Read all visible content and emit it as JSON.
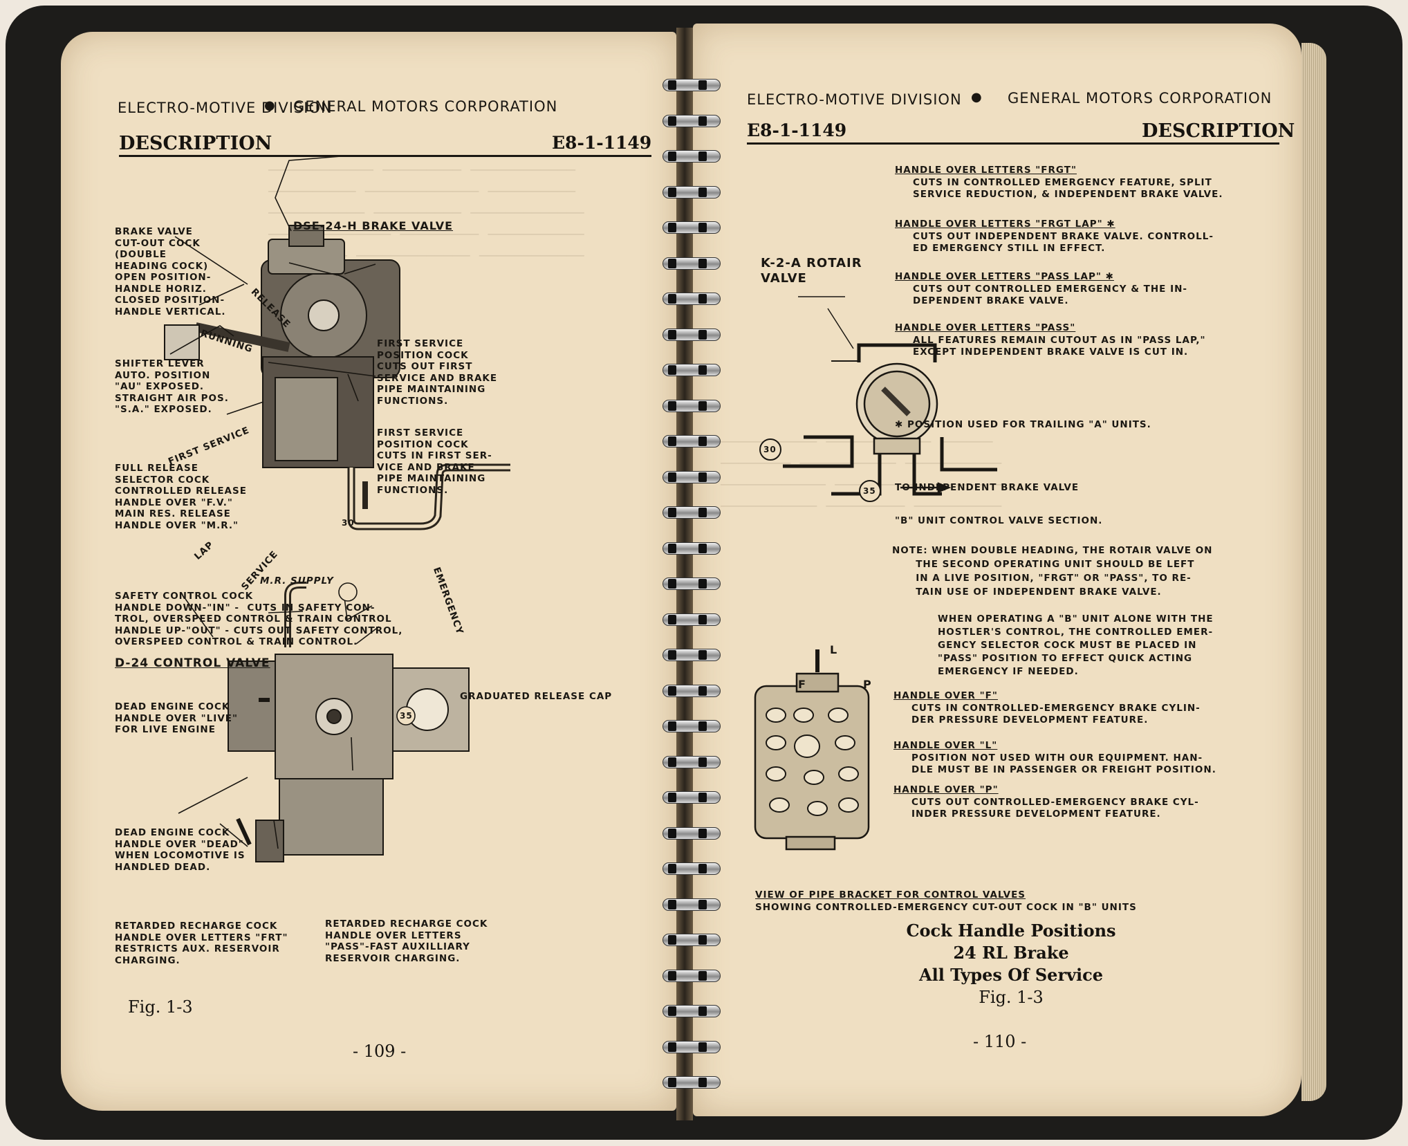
{
  "left_page": {
    "header_left": "ELECTRO-MOTIVE DIVISION",
    "header_bullet": "●",
    "header_right": "GENERAL MOTORS CORPORATION",
    "section_title": "DESCRIPTION",
    "doc_code": "E8-1-1149",
    "labels": {
      "dse_valve": "DSE-24-H BRAKE VALVE",
      "brake_valve_cock": "BRAKE VALVE\nCUT-OUT COCK\n(DOUBLE\nHEADING COCK)\nOPEN POSITION-\nHANDLE HORIZ.\nCLOSED POSITION-\nHANDLE VERTICAL.",
      "release": "RELEASE",
      "running": "RUNNING",
      "shifter_lever": "SHIFTER LEVER\nAUTO. POSITION\n\"AU\" EXPOSED.\nSTRAIGHT AIR POS.\n\"S.A.\" EXPOSED.",
      "first_service_cock_1": "FIRST SERVICE\nPOSITION COCK\nCUTS OUT FIRST\nSERVICE AND BRAKE\nPIPE MAINTAINING\nFUNCTIONS.",
      "first_service": "FIRST SERVICE",
      "first_service_cock_2": "FIRST SERVICE\nPOSITION COCK\nCUTS IN FIRST SER-\nVICE AND BRAKE\nPIPE MAINTAINING\nFUNCTIONS.",
      "full_release": "FULL RELEASE\nSELECTOR COCK\nCONTROLLED RELEASE\nHANDLE OVER \"F.V.\"\nMAIN RES. RELEASE\nHANDLE OVER \"M.R.\"",
      "lap": "LAP",
      "service": "SERVICE",
      "mr_supply": "M.R. SUPPLY",
      "emergency": "EMERGENCY",
      "num_30": "30",
      "safety_control_cock": "SAFETY CONTROL COCK\nHANDLE DOWN-\"IN\" -  CUTS IN SAFETY CON-\nTROL, OVERSPEED CONTROL & TRAIN CONTROL\nHANDLE UP-\"OUT\" - CUTS OUT SAFETY CONTROL,\nOVERSPEED CONTROL & TRAIN CONTROL.",
      "d24_valve": "D-24 CONTROL VALVE",
      "num_35": "35",
      "graduated_release_cap": "GRADUATED RELEASE CAP",
      "dead_engine_live": "DEAD ENGINE COCK\nHANDLE OVER \"LIVE\"\nFOR LIVE ENGINE",
      "dead_engine_dead": "DEAD ENGINE COCK\nHANDLE OVER \"DEAD\"\nWHEN LOCOMOTIVE IS\nHANDLED DEAD.",
      "retarded_1": "RETARDED RECHARGE COCK\nHANDLE OVER LETTERS \"FRT\"\nRESTRICTS AUX. RESERVOIR\nCHARGING.",
      "retarded_2": "RETARDED RECHARGE COCK\nHANDLE OVER LETTERS\n\"PASS\"-FAST AUXILLIARY\nRESERVOIR CHARGING."
    },
    "fig": "Fig. 1-3",
    "page_number": "- 109 -"
  },
  "right_page": {
    "header_left": "ELECTRO-MOTIVE DIVISION",
    "header_bullet": "●",
    "header_right": "GENERAL MOTORS CORPORATION",
    "doc_code": "E8-1-1149",
    "section_title": "DESCRIPTION",
    "frgt_title": "HANDLE OVER LETTERS \"FRGT\"",
    "frgt_text": "CUTS IN CONTROLLED EMERGENCY FEATURE, SPLIT\nSERVICE REDUCTION, & INDEPENDENT BRAKE VALVE.",
    "frgt_lap_title": "HANDLE OVER LETTERS \"FRGT LAP\" ✱",
    "frgt_lap_text": "CUTS OUT INDEPENDENT BRAKE VALVE. CONTROLL-\nED EMERGENCY STILL IN EFFECT.",
    "pass_lap_title": "HANDLE OVER LETTERS \"PASS LAP\" ✱",
    "pass_lap_text": "CUTS OUT CONTROLLED EMERGENCY & THE IN-\nDEPENDENT BRAKE VALVE.",
    "pass_title": "HANDLE OVER LETTERS \"PASS\"",
    "pass_text": "ALL FEATURES REMAIN CUTOUT AS IN \"PASS LAP,\"\nEXCEPT INDEPENDENT BRAKE VALVE IS CUT IN.",
    "k2a_label": "K-2-A ROTAIR\nVALVE",
    "position_note": "✱ POSITION USED FOR TRAILING \"A\" UNITS.",
    "num_30": "30",
    "num_35": "35",
    "to_independent": "TO INDEPENDENT BRAKE VALVE",
    "b_unit": "\"B\" UNIT CONTROL VALVE SECTION.",
    "note_1": "NOTE: WHEN DOUBLE HEADING, THE ROTAIR VALVE ON\n      THE SECOND OPERATING UNIT SHOULD BE LEFT\n      IN A LIVE POSITION, \"FRGT\" OR \"PASS\", TO RE-\n      TAIN USE OF INDEPENDENT BRAKE VALVE.",
    "note_2": "WHEN OPERATING A \"B\" UNIT ALONE WITH THE\nHOSTLER'S CONTROL, THE CONTROLLED EMER-\nGENCY SELECTOR COCK MUST BE PLACED IN\n\"PASS\" POSITION TO EFFECT QUICK ACTING\nEMERGENCY IF NEEDED.",
    "letters": {
      "l": "L",
      "f": "F",
      "p": "P"
    },
    "handle_f_title": "HANDLE OVER \"F\"",
    "handle_f_text": "CUTS IN CONTROLLED-EMERGENCY BRAKE CYLIN-\nDER PRESSURE DEVELOPMENT FEATURE.",
    "handle_l_title": "HANDLE OVER \"L\"",
    "handle_l_text": "POSITION NOT USED WITH OUR EQUIPMENT. HAN-\nDLE MUST BE IN PASSENGER OR FREIGHT POSITION.",
    "handle_p_title": "HANDLE OVER \"P\"",
    "handle_p_text": "CUTS OUT CONTROLLED-EMERGENCY BRAKE CYL-\nINDER PRESSURE DEVELOPMENT FEATURE.",
    "view_title": "VIEW OF PIPE BRACKET FOR CONTROL VALVES",
    "view_text": "SHOWING CONTROLLED-EMERGENCY CUT-OUT COCK IN \"B\" UNITS",
    "caption_1": "Cock Handle Positions",
    "caption_2": "24 RL Brake",
    "caption_3": "All Types Of Service",
    "caption_4": "Fig. 1-3",
    "page_number": "- 110 -"
  },
  "colors": {
    "paper": "#efdfc2",
    "ink": "#1a1712",
    "cover": "#1d1c1a"
  }
}
